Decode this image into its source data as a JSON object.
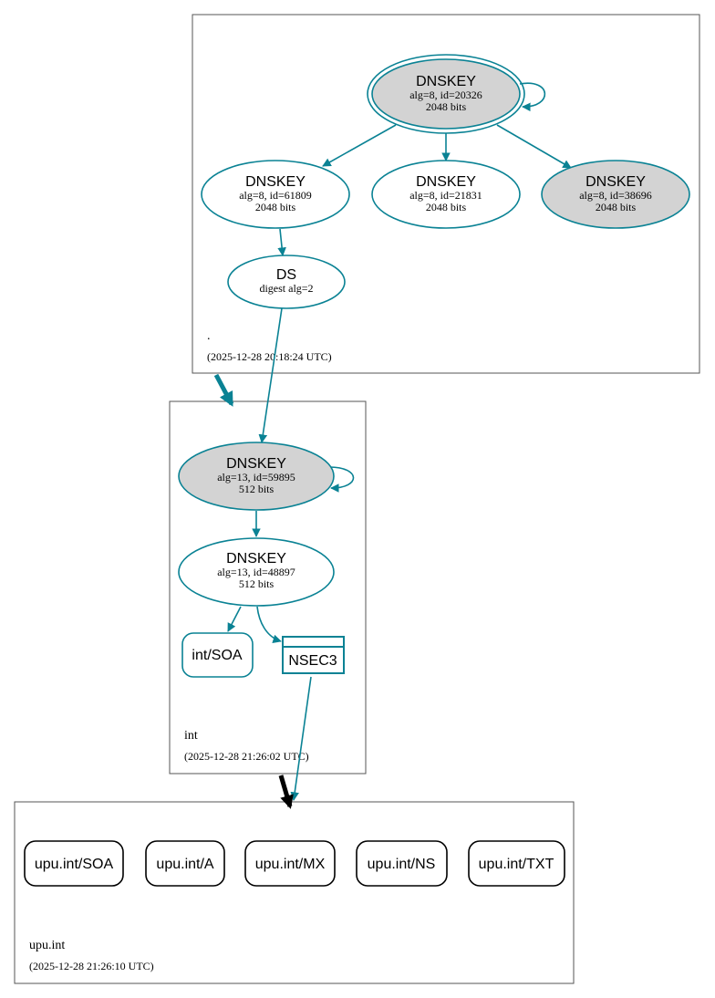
{
  "colors": {
    "edge": "#0a8294",
    "shaded_fill": "#d3d3d3",
    "zone_border": "#555555",
    "delegation_black": "#000000"
  },
  "zones": {
    "root": {
      "name": ".",
      "timestamp": "(2025-12-28 20:18:24 UTC)"
    },
    "int": {
      "name": "int",
      "timestamp": "(2025-12-28 21:26:02 UTC)"
    },
    "upu": {
      "name": "upu.int",
      "timestamp": "(2025-12-28 21:26:10 UTC)"
    }
  },
  "nodes": {
    "root_ksk": {
      "type": "DNSKEY",
      "line1": "alg=8, id=20326",
      "line2": "2048 bits"
    },
    "root_zsk1": {
      "type": "DNSKEY",
      "line1": "alg=8, id=61809",
      "line2": "2048 bits"
    },
    "root_zsk2": {
      "type": "DNSKEY",
      "line1": "alg=8, id=21831",
      "line2": "2048 bits"
    },
    "root_key3": {
      "type": "DNSKEY",
      "line1": "alg=8, id=38696",
      "line2": "2048 bits"
    },
    "root_ds": {
      "type": "DS",
      "line1": "digest alg=2"
    },
    "int_ksk": {
      "type": "DNSKEY",
      "line1": "alg=13, id=59895",
      "line2": "512 bits"
    },
    "int_zsk": {
      "type": "DNSKEY",
      "line1": "alg=13, id=48897",
      "line2": "512 bits"
    },
    "int_soa": {
      "label": "int/SOA"
    },
    "int_nsec3": {
      "label": "NSEC3"
    }
  },
  "records": [
    "upu.int/SOA",
    "upu.int/A",
    "upu.int/MX",
    "upu.int/NS",
    "upu.int/TXT"
  ]
}
